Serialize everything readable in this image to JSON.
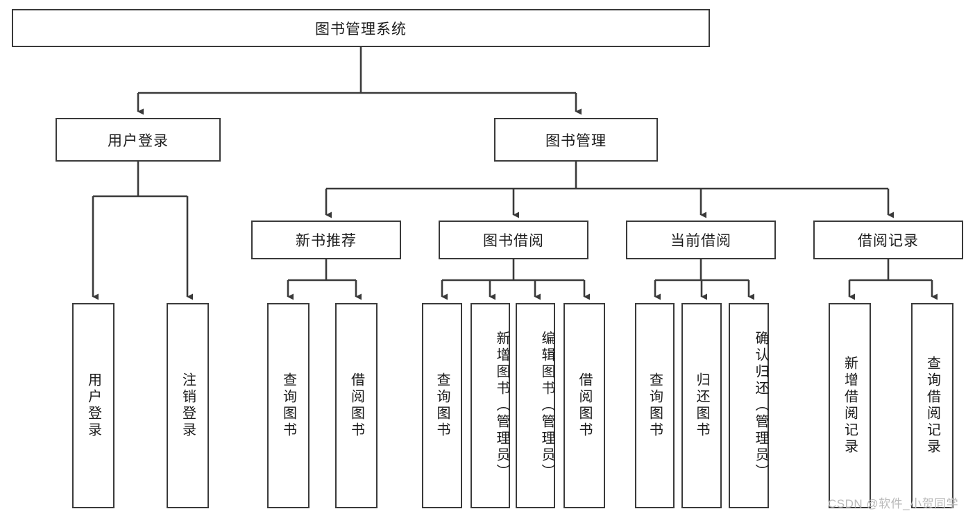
{
  "diagram": {
    "type": "tree-hierarchy-flowchart",
    "title_node": {
      "label": "图书管理系统"
    },
    "level2": [
      {
        "id": "user-login",
        "label": "用户登录"
      },
      {
        "id": "book-management",
        "label": "图书管理"
      }
    ],
    "level3": [
      {
        "id": "new-book-recommend",
        "label": "新书推荐"
      },
      {
        "id": "book-borrow",
        "label": "图书借阅"
      },
      {
        "id": "current-borrow",
        "label": "当前借阅"
      },
      {
        "id": "borrow-record",
        "label": "借阅记录"
      }
    ],
    "leaves": {
      "user_login": [
        {
          "id": "leaf-user-login",
          "label": "用户登录"
        },
        {
          "id": "leaf-logout-login",
          "label": "注销登录"
        }
      ],
      "new_book_recommend": [
        {
          "id": "leaf-query-book-1",
          "label": "查询图书"
        },
        {
          "id": "leaf-borrow-book-1",
          "label": "借阅图书"
        }
      ],
      "book_borrow": [
        {
          "id": "leaf-query-book-2",
          "label": "查询图书"
        },
        {
          "id": "leaf-add-book-admin",
          "label": "新增图书（管理员）"
        },
        {
          "id": "leaf-edit-book-admin",
          "label": "编辑图书（管理员）"
        },
        {
          "id": "leaf-borrow-book-2",
          "label": "借阅图书"
        }
      ],
      "current_borrow": [
        {
          "id": "leaf-query-book-3",
          "label": "查询图书"
        },
        {
          "id": "leaf-return-book",
          "label": "归还图书"
        },
        {
          "id": "leaf-confirm-return-admin",
          "label": "确认归还（管理员）"
        }
      ],
      "borrow_record": [
        {
          "id": "leaf-add-borrow-record",
          "label": "新增借阅记录"
        },
        {
          "id": "leaf-query-borrow-record",
          "label": "查询借阅记录"
        }
      ]
    },
    "watermark": {
      "text": "CSDN @软件_小贺同学"
    },
    "colors": {
      "box_border": "#3a3a3a",
      "box_fill": "#ffffff",
      "connector": "#3a3a3a",
      "text": "#1b1b1b",
      "watermark": "#b9b9b9",
      "background": "#ffffff"
    }
  }
}
